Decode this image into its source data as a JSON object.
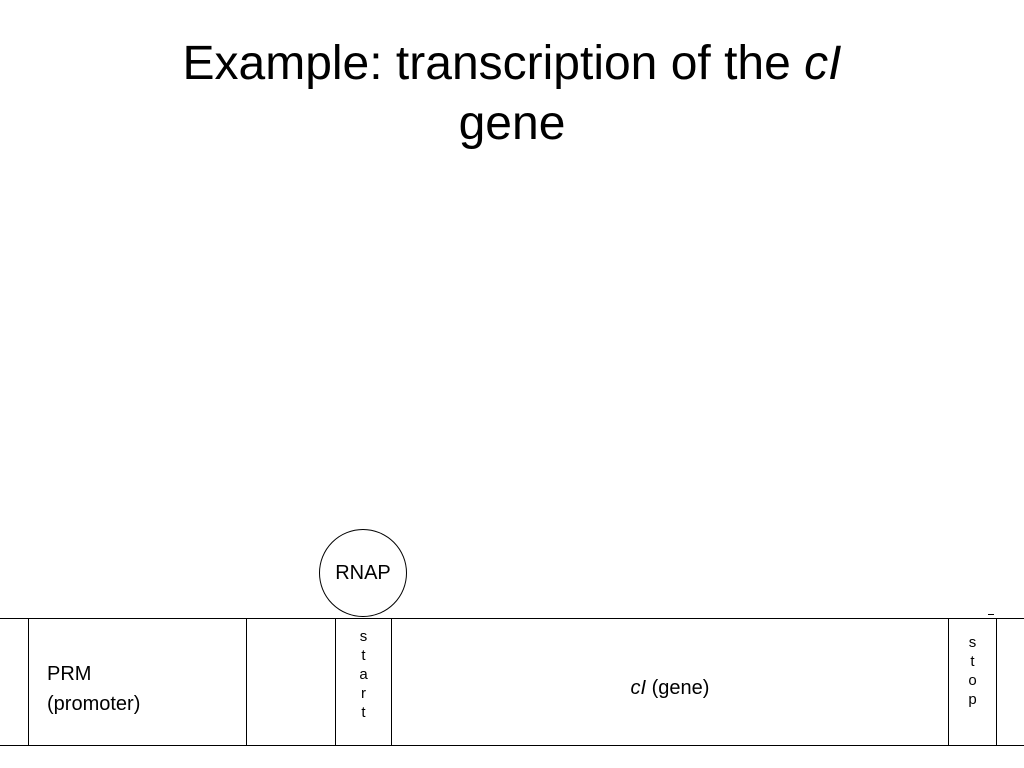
{
  "slide": {
    "title_prefix": "Example: transcription of the ",
    "title_italic": "cI",
    "title_suffix": " gene"
  },
  "diagram": {
    "rnap_label": "RNAP",
    "promoter_line1": "PRM",
    "promoter_line2": "(promoter)",
    "start_letters": [
      "s",
      "t",
      "a",
      "r",
      "t"
    ],
    "gene_italic": "cI",
    "gene_suffix": " (gene)",
    "stop_letters": [
      "s",
      "t",
      "o",
      "p"
    ]
  }
}
